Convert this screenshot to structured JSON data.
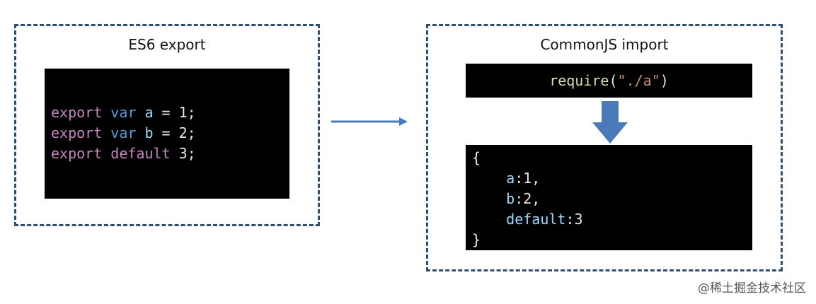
{
  "left_panel": {
    "title": "ES6 export",
    "lines": [
      {
        "t1": "export",
        "t2": "var",
        "t3": "a",
        "t4": " = 1;"
      },
      {
        "t1": "export",
        "t2": "var",
        "t3": "b",
        "t4": " = 2;"
      },
      {
        "t1": "export",
        "t2": "default",
        "t4": " 3;"
      }
    ]
  },
  "right_panel": {
    "title": "CommonJS import",
    "require": {
      "fn": "require",
      "open": "(",
      "arg": "\"./a\"",
      "close": ")"
    },
    "object": {
      "open": "{",
      "entries": [
        {
          "key": "a",
          "value": ":1,"
        },
        {
          "key": "b",
          "value": ":2,"
        },
        {
          "key": "default",
          "value": ":3"
        }
      ],
      "close": "}"
    }
  },
  "watermark": "@稀土掘金技术社区",
  "colors": {
    "frame_border": "#2f4f6f",
    "arrow": "#4a7ab8",
    "code_bg": "#000000"
  }
}
